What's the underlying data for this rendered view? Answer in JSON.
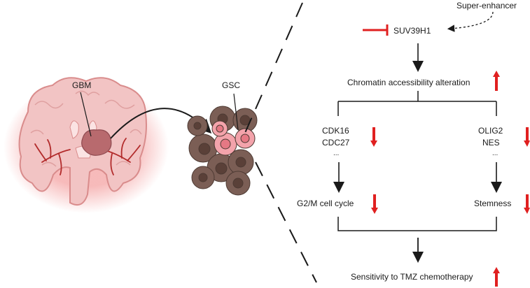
{
  "labels": {
    "gbm": "GBM",
    "gsc": "GSC",
    "super_enhancer": "Super-enhancer",
    "suv39h1": "SUV39H1",
    "chromatin": "Chromatin accessibility alteration",
    "left_genes": [
      "CDK16",
      "CDC27",
      "..."
    ],
    "right_genes": [
      "OLIG2",
      "NES",
      "..."
    ],
    "left_outcome": "G2/M cell cycle",
    "right_outcome": "Stemness",
    "bottom": "Sensitivity to TMZ chemotherapy"
  },
  "colors": {
    "brain_fill": "#f2c4c4",
    "brain_stroke": "#d98c8c",
    "vessel": "#b22b2b",
    "tumor": "#b86a6e",
    "glow": "#f4a3a3",
    "cell_dark": "#7b5e55",
    "cell_nucleus": "#5a4038",
    "cell_pink": "#f3a3ab",
    "inhibit_red": "#e02020",
    "arrow_red": "#e02020",
    "dashed_line": "#1a1a1a"
  },
  "icons": {
    "up_arrow": "up-red-arrow-icon",
    "down_arrow": "down-red-arrow-icon",
    "inhibit": "inhibition-bar-icon"
  }
}
